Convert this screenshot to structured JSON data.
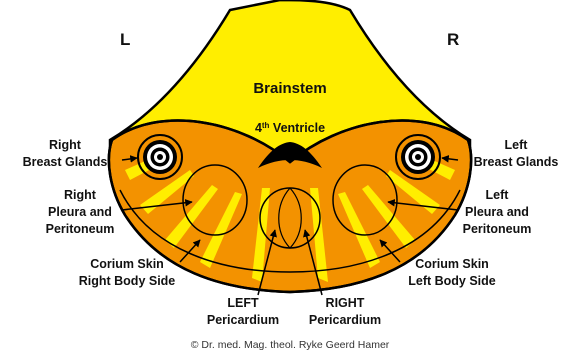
{
  "colors": {
    "brainstem": "#FFEE00",
    "cortex": "#F39200",
    "stripe": "#FFEE00",
    "ventricle": "#000000",
    "outline": "#000000"
  },
  "labels": {
    "left_side": "L",
    "right_side": "R",
    "brainstem": "Brainstem",
    "ventricle_base": "4",
    "ventricle_sup": "th",
    "ventricle_rest": " Ventricle",
    "right_breast": [
      "Right",
      "Breast Glands"
    ],
    "left_breast": [
      "Left",
      "Breast Glands"
    ],
    "right_pleura": [
      "Right",
      "Pleura and",
      "Peritoneum"
    ],
    "left_pleura": [
      "Left",
      "Pleura and",
      "Peritoneum"
    ],
    "corium_right": [
      "Corium Skin",
      "Right Body Side"
    ],
    "corium_left": [
      "Corium Skin",
      "Left Body Side"
    ],
    "pericardium_left": [
      "LEFT",
      "Pericardium"
    ],
    "pericardium_right": [
      "RIGHT",
      "Pericardium"
    ],
    "copyright": "© Dr. med. Mag. theol. Ryke Geerd Hamer"
  },
  "icons": {
    "right_breast_target": "concentric-target-icon",
    "left_breast_target": "concentric-target-icon"
  }
}
